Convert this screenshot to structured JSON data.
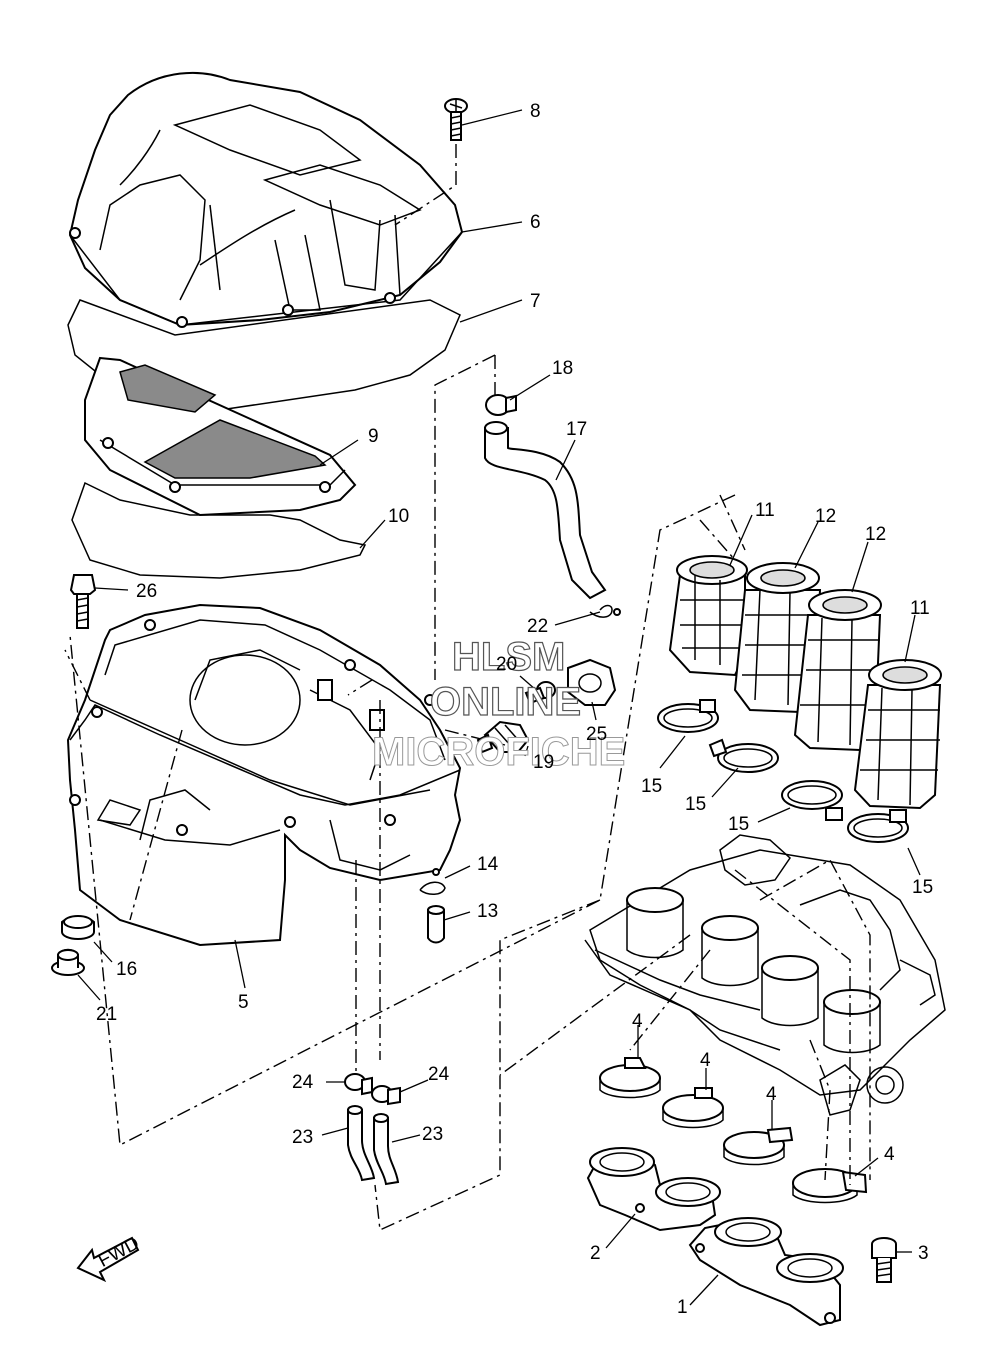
{
  "watermark": {
    "line1": "HLSM",
    "line2": "ONLINE",
    "line3": "MICROFICHE"
  },
  "fwd_label": "FWD",
  "callouts": [
    {
      "id": "c8",
      "text": "8"
    },
    {
      "id": "c6",
      "text": "6"
    },
    {
      "id": "c7",
      "text": "7"
    },
    {
      "id": "c18",
      "text": "18"
    },
    {
      "id": "c9",
      "text": "9"
    },
    {
      "id": "c17",
      "text": "17"
    },
    {
      "id": "c10",
      "text": "10"
    },
    {
      "id": "c11a",
      "text": "11"
    },
    {
      "id": "c12a",
      "text": "12"
    },
    {
      "id": "c12b",
      "text": "12"
    },
    {
      "id": "c11b",
      "text": "11"
    },
    {
      "id": "c26",
      "text": "26"
    },
    {
      "id": "c22",
      "text": "22"
    },
    {
      "id": "c20",
      "text": "20"
    },
    {
      "id": "c25",
      "text": "25"
    },
    {
      "id": "c19",
      "text": "19"
    },
    {
      "id": "c15a",
      "text": "15"
    },
    {
      "id": "c15b",
      "text": "15"
    },
    {
      "id": "c15c",
      "text": "15"
    },
    {
      "id": "c15d",
      "text": "15"
    },
    {
      "id": "c14",
      "text": "14"
    },
    {
      "id": "c13",
      "text": "13"
    },
    {
      "id": "c16",
      "text": "16"
    },
    {
      "id": "c5",
      "text": "5"
    },
    {
      "id": "c21",
      "text": "21"
    },
    {
      "id": "c4a",
      "text": "4"
    },
    {
      "id": "c4b",
      "text": "4"
    },
    {
      "id": "c4c",
      "text": "4"
    },
    {
      "id": "c4d",
      "text": "4"
    },
    {
      "id": "c24a",
      "text": "24"
    },
    {
      "id": "c24b",
      "text": "24"
    },
    {
      "id": "c23a",
      "text": "23"
    },
    {
      "id": "c23b",
      "text": "23"
    },
    {
      "id": "c3",
      "text": "3"
    },
    {
      "id": "c2",
      "text": "2"
    },
    {
      "id": "c1",
      "text": "1"
    }
  ]
}
